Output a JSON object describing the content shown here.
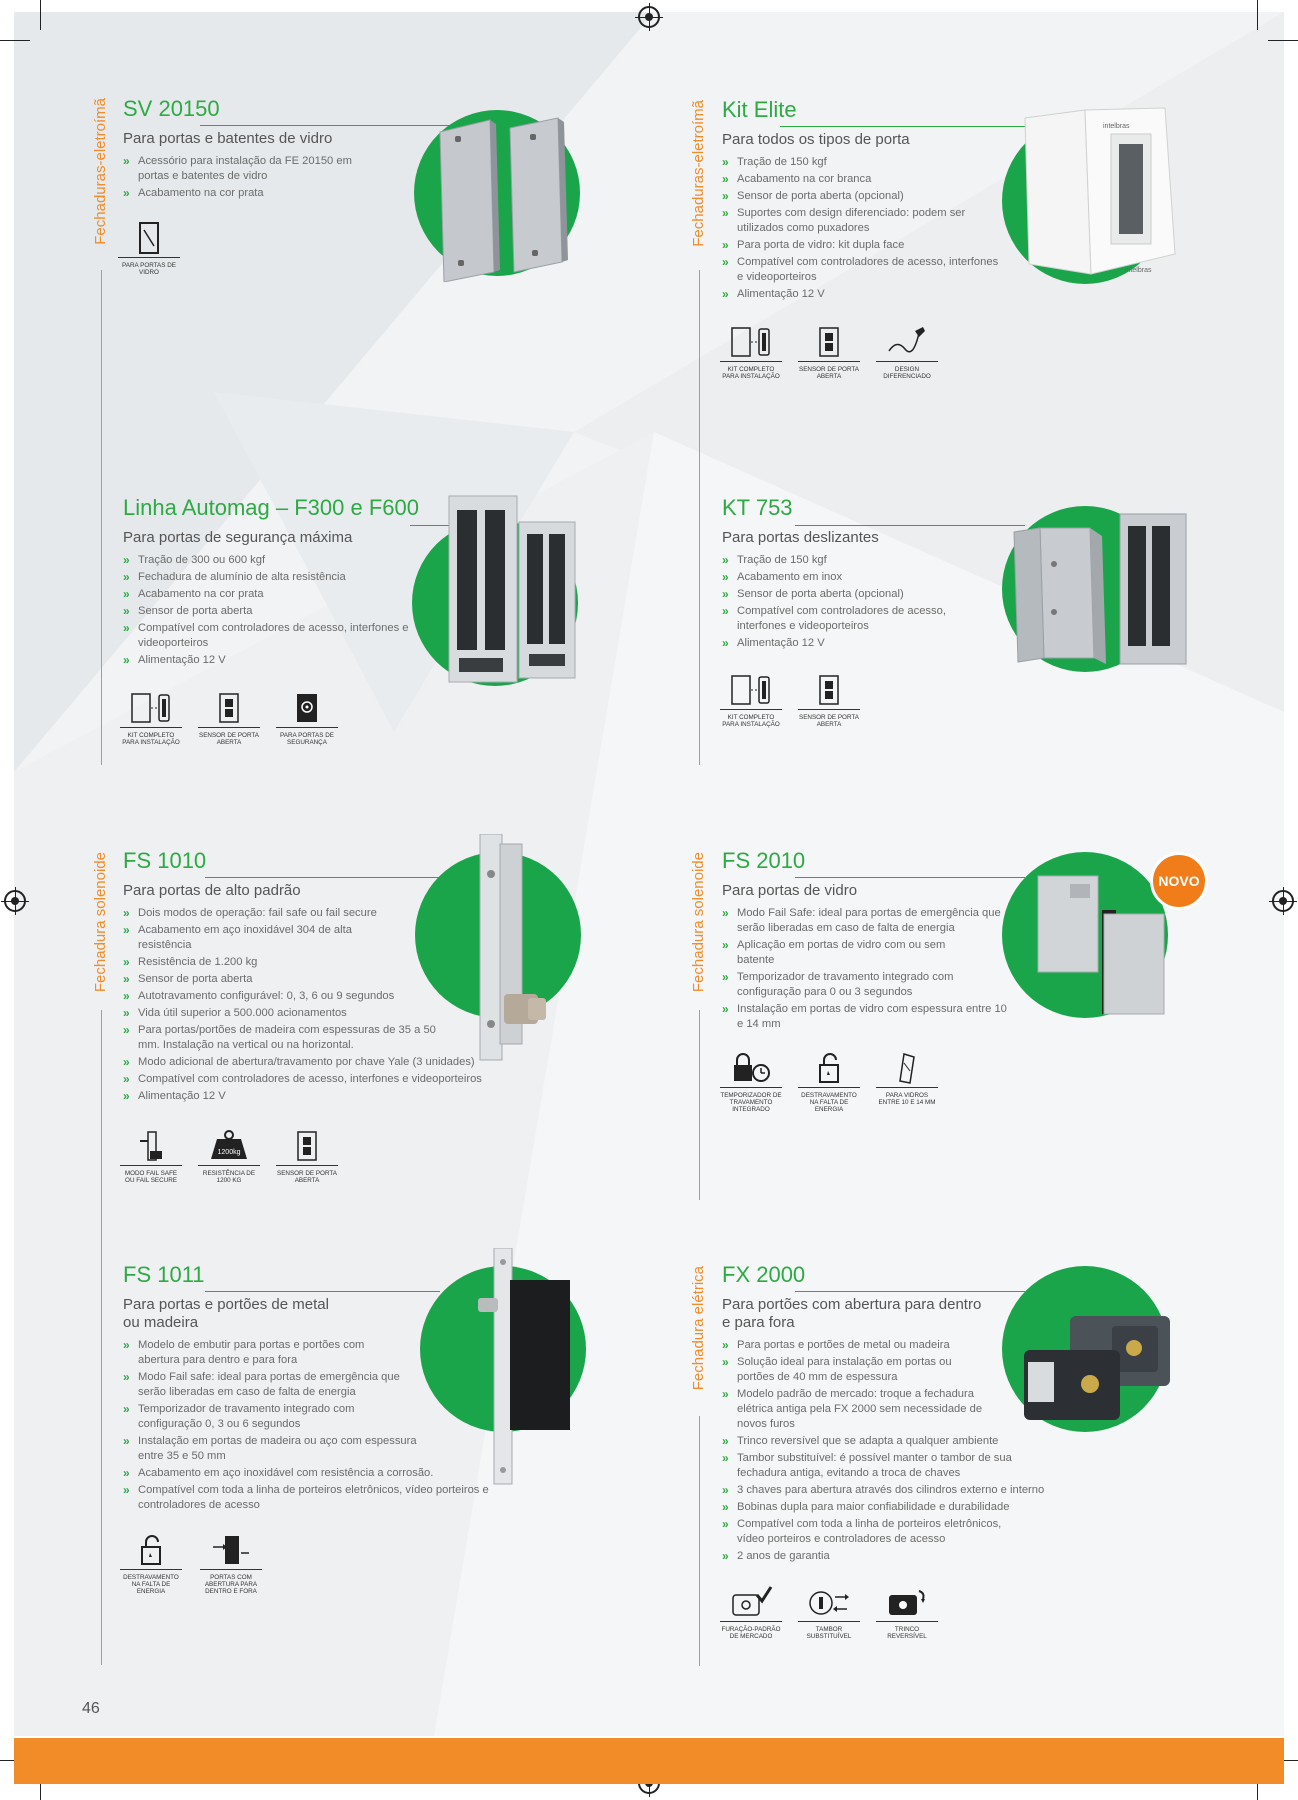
{
  "page": {
    "number": "46"
  },
  "brand": {
    "green": "#2eaa44",
    "orange": "#f28c28",
    "circle_green": "#1aa54b"
  },
  "side_labels": {
    "eletroima": "Fechaduras-eletroímã",
    "solenoide": "Fechadura solenoide",
    "eletrica": "Fechadura elétrica"
  },
  "sv20150": {
    "title": "SV 20150",
    "subtitle": "Para portas e batentes de vidro",
    "features": [
      "Acessório para instalação da FE 20150 em portas e batentes de vidro",
      "Acabamento na cor prata"
    ],
    "icons": [
      {
        "icon": "glass-door-icon",
        "caption": "Para portas de vidro"
      }
    ]
  },
  "kitelite": {
    "title": "Kit Elite",
    "subtitle": "Para todos os tipos de porta",
    "features": [
      "Tração de 150 kgf",
      "Acabamento na cor branca",
      "Sensor de porta aberta (opcional)",
      "Suportes com design diferenciado: podem ser utilizados como puxadores",
      "Para porta de vidro: kit dupla face",
      "Compatível com controladores de acesso, interfones e videoporteiros",
      "Alimentação 12 V"
    ],
    "icons": [
      {
        "icon": "install-kit-icon",
        "caption": "Kit completo para instalação"
      },
      {
        "icon": "door-sensor-icon",
        "caption": "Sensor de porta aberta"
      },
      {
        "icon": "design-pen-icon",
        "caption": "Design diferenciado"
      }
    ]
  },
  "automag": {
    "title": "Linha Automag – F300 e F600",
    "subtitle": "Para portas de segurança máxima",
    "features": [
      "Tração de 300 ou 600 kgf",
      "Fechadura de alumínio de alta resistência",
      "Acabamento na cor prata",
      "Sensor de porta aberta",
      "Compatível com controladores de acesso, interfones e videoporteiros",
      "Alimentação 12 V"
    ],
    "icons": [
      {
        "icon": "install-kit-icon",
        "caption": "Kit completo para instalação"
      },
      {
        "icon": "door-sensor-icon",
        "caption": "Sensor de porta aberta"
      },
      {
        "icon": "security-door-icon",
        "caption": "Para portas de segurança"
      }
    ]
  },
  "kt753": {
    "title": "KT 753",
    "subtitle": "Para portas deslizantes",
    "features": [
      "Tração de 150 kgf",
      "Acabamento em inox",
      "Sensor de porta aberta (opcional)",
      "Compatível com controladores de acesso, interfones e videoporteiros",
      "Alimentação 12 V"
    ],
    "icons": [
      {
        "icon": "install-kit-icon",
        "caption": "Kit completo para instalação"
      },
      {
        "icon": "door-sensor-icon",
        "caption": "Sensor de porta aberta"
      }
    ]
  },
  "fs1010": {
    "title": "FS 1010",
    "subtitle": "Para portas de alto padrão",
    "features": [
      "Dois modos de operação: fail safe ou fail secure",
      "Acabamento em aço inoxidável 304 de alta resistência",
      "Resistência de 1.200 kg",
      "Sensor de porta aberta",
      "Autotravamento configurável: 0, 3, 6 ou 9 segundos",
      "Vida útil superior a 500.000 acionamentos",
      "Para portas/portões de madeira com espessuras de 35 a 50 mm. Instalação na vertical ou na horizontal.",
      "Modo adicional de abertura/travamento por chave Yale (3 unidades)",
      "Compatível com controladores de acesso, interfones e videoporteiros",
      "Alimentação 12 V"
    ],
    "icons": [
      {
        "icon": "fail-mode-icon",
        "caption": "Modo fail safe ou fail secure"
      },
      {
        "icon": "weight-icon",
        "caption": "Resistência de 1200 kg",
        "glyph_text": "1200kg"
      },
      {
        "icon": "door-sensor-icon",
        "caption": "Sensor de porta aberta"
      }
    ]
  },
  "fs2010": {
    "title": "FS 2010",
    "subtitle": "Para portas de vidro",
    "badge": "NOVO",
    "features": [
      "Modo Fail Safe: ideal para portas de emergência que serão liberadas em caso de falta de energia",
      "Aplicação em portas de vidro com ou sem batente",
      "Temporizador de travamento integrado com configuração para 0 ou 3 segundos",
      "Instalação em portas de vidro com espessura entre 10 e 14 mm"
    ],
    "icons": [
      {
        "icon": "timer-lock-icon",
        "caption": "Temporizador de travamento integrado"
      },
      {
        "icon": "unlock-icon",
        "caption": "Destravamento na falta de energia"
      },
      {
        "icon": "glass-pane-icon",
        "caption": "Para vidros entre 10 e 14 mm"
      }
    ]
  },
  "fs1011": {
    "title": "FS 1011",
    "subtitle": "Para portas e portões de metal ou madeira",
    "features": [
      "Modelo de embutir para portas e portões com abertura para dentro e para fora",
      "Modo Fail safe: ideal para portas de emergência que serão liberadas em caso de falta de energia",
      "Temporizador de travamento integrado com configuração 0, 3 ou 6 segundos",
      "Instalação em portas de madeira ou aço com espessura entre 35 e 50 mm",
      "Acabamento em aço inoxidável com resistência a corrosão.",
      "Compatível com toda a linha de porteiros eletrônicos, vídeo porteiros e controladores de acesso"
    ],
    "icons": [
      {
        "icon": "unlock-icon",
        "caption": "Destravamento na falta de energia"
      },
      {
        "icon": "door-in-out-icon",
        "caption": "Portas com abertura para dentro e fora"
      }
    ]
  },
  "fx2000": {
    "title": "FX 2000",
    "subtitle": "Para portões com abertura para dentro e para fora",
    "features": [
      "Para portas e portões de metal ou madeira",
      "Solução ideal para instalação em portas ou portões de 40 mm de espessura",
      "Modelo padrão de mercado: troque a fechadura elétrica antiga pela FX 2000 sem necessidade de novos furos",
      "Trinco reversível que se adapta a qualquer ambiente",
      "Tambor substituível: é possível manter o tambor de sua fechadura antiga, evitando a troca de chaves",
      "3 chaves para abertura através dos cilindros externo e interno",
      "Bobinas dupla para maior confiabilidade e durabilidade",
      "Compatível com toda a linha de porteiros eletrônicos, vídeo porteiros e controladores de acesso",
      "2 anos de garantia"
    ],
    "icons": [
      {
        "icon": "standard-drilling-icon",
        "caption": "Furação-padrão de mercado"
      },
      {
        "icon": "replaceable-cylinder-icon",
        "caption": "Tambor substituível"
      },
      {
        "icon": "reversible-latch-icon",
        "caption": "Trinco reversível"
      }
    ]
  },
  "brand_text": {
    "lock_label": "intelbras"
  }
}
